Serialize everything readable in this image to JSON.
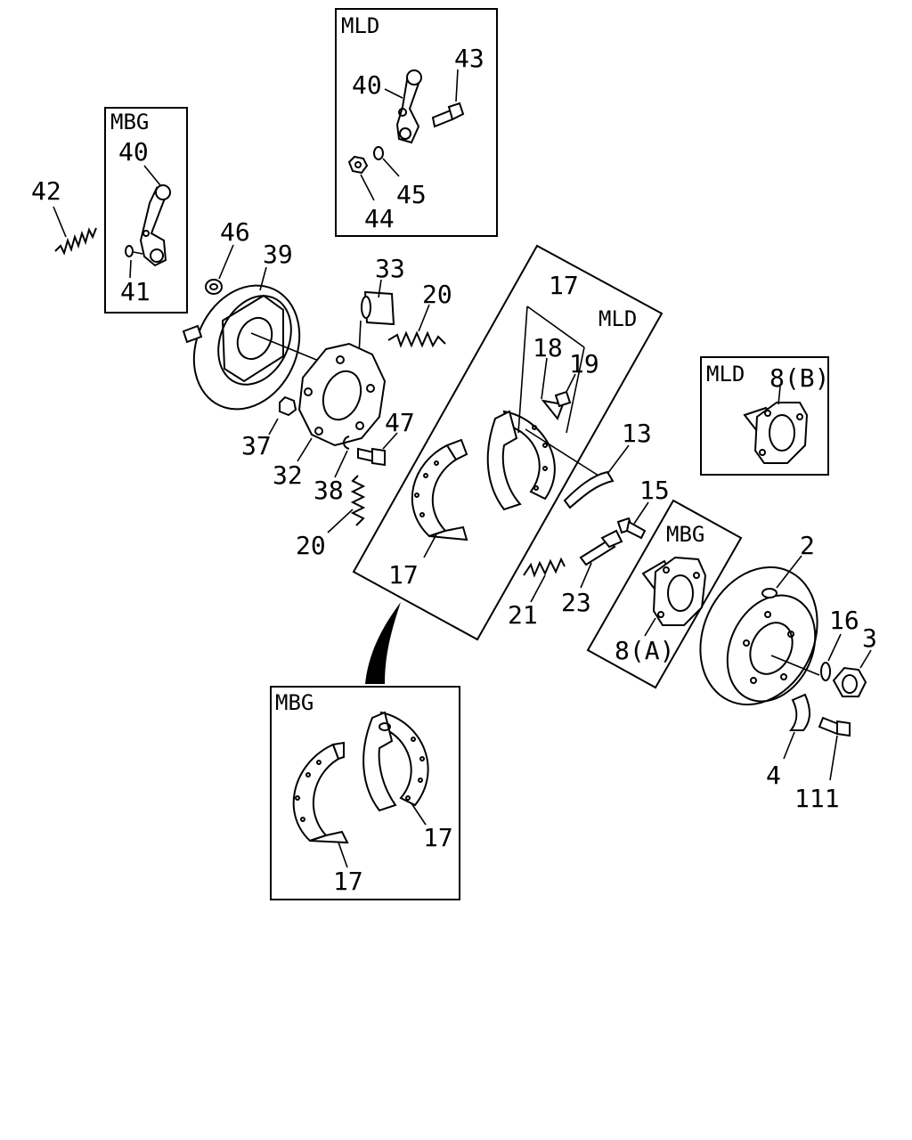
{
  "variants": {
    "mbg_lever": "MBG",
    "mld_lever": "MLD",
    "mld_shoe": "MLD",
    "mld_hub": "MLD",
    "mbg_hub": "MBG",
    "mbg_shoe": "MBG"
  },
  "labels": {
    "p40a": "40",
    "p41": "41",
    "p42": "42",
    "p40b": "40",
    "p43": "43",
    "p44": "44",
    "p45": "45",
    "p46": "46",
    "p39": "39",
    "p33": "33",
    "p20a": "20",
    "p37": "37",
    "p32": "32",
    "p47": "47",
    "p38": "38",
    "p20b": "20",
    "p17a": "17",
    "p18": "18",
    "p19": "19",
    "p17b": "17",
    "p13": "13",
    "p15": "15",
    "p21": "21",
    "p23": "23",
    "p8b": "8(B)",
    "p8a": "8(A)",
    "p2": "2",
    "p16": "16",
    "p3": "3",
    "p4": "4",
    "p111": "111",
    "p17c": "17",
    "p17d": "17"
  }
}
